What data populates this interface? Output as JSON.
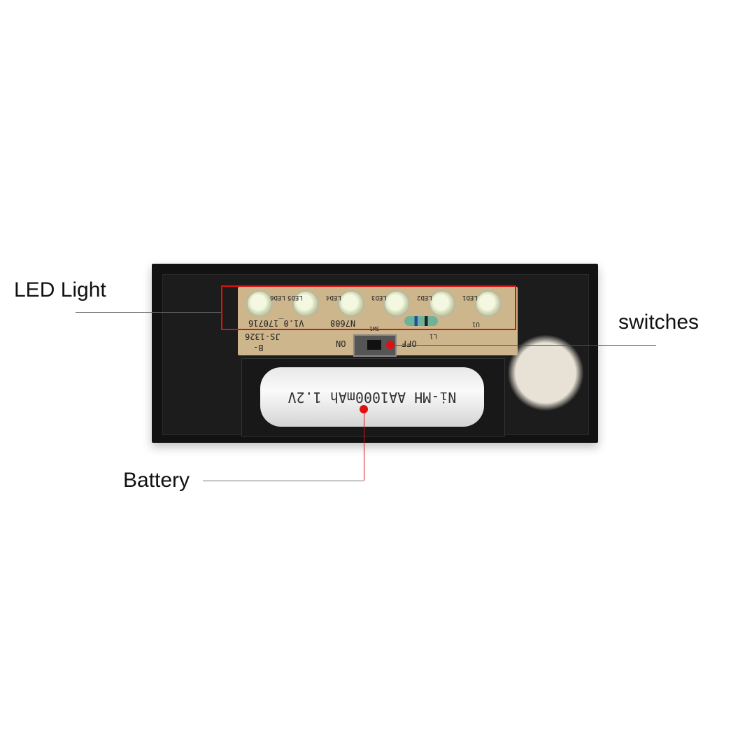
{
  "labels": {
    "led_light": "LED Light",
    "switches": "switches",
    "battery": "Battery"
  },
  "pcb": {
    "leds": [
      "LED6",
      "LED5",
      "LED4",
      "LED3",
      "LED2",
      "LED1"
    ],
    "version": "V1.0_170716",
    "model": "N7608",
    "board_id": "JS-1326",
    "b_minus": "B-",
    "switch_label": "SW1",
    "on": "ON",
    "off": "OFF",
    "inductor": "L1",
    "ic": "U1"
  },
  "battery_print": "Ni-MH AA1000mAh 1.2V",
  "colors": {
    "annotation": "#e01010",
    "housing": "#121212",
    "pcb": "#cdb58c"
  }
}
